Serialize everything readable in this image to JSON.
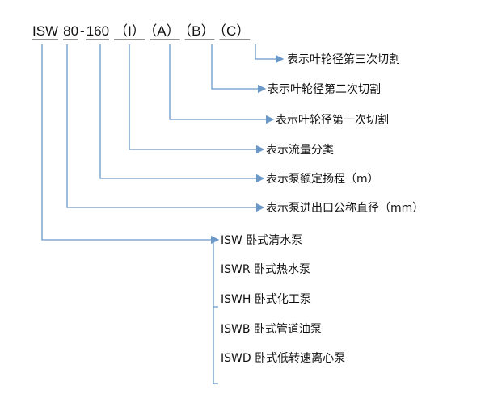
{
  "model_code": {
    "segments": [
      "ISW",
      "80",
      "-",
      "160",
      "（I）",
      "（A）",
      "（B）",
      "（C）"
    ]
  },
  "explanations": [
    "表示叶轮径第三次切割",
    "表示叶轮径第二次切割",
    "表示叶轮径第一次切割",
    "表示流量分类",
    "表示泵额定扬程（m）",
    "表示泵进出口公称直径（mm）"
  ],
  "types": [
    "ISW 卧式清水泵",
    "ISWR 卧式热水泵",
    "ISWH 卧式化工泵",
    "ISWB 卧式管道油泵",
    "ISWD 卧式低转速离心泵"
  ],
  "colors": {
    "connector": "#6a98c9",
    "text": "#111111"
  }
}
